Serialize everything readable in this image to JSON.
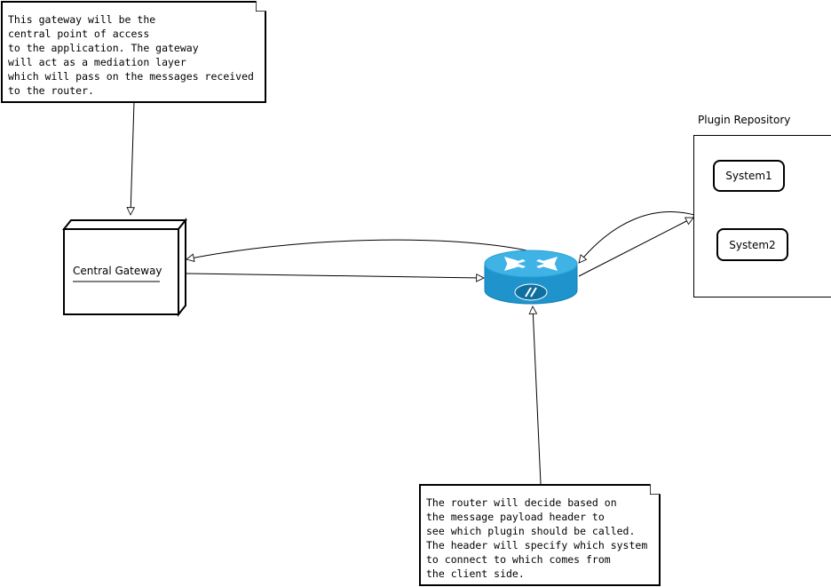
{
  "gateway_note": {
    "lines": [
      "This gateway will be the",
      "central point of access",
      "to the application. The gateway",
      "will act as a mediation layer",
      "which will pass on the messages received",
      "to the router."
    ]
  },
  "gateway": {
    "label": "Central Gateway"
  },
  "repository": {
    "title": "Plugin Repository",
    "systems": [
      "System1",
      "System2"
    ]
  },
  "router_note": {
    "lines": [
      "The router will decide based on",
      "the message payload header to",
      "see which plugin should be called.",
      "The header will specify which system",
      "to connect to which comes from",
      "the client side."
    ]
  },
  "router": {
    "icon": "router-icon",
    "top_color": "#29a8e0",
    "side_color": "#1a8cc4"
  }
}
